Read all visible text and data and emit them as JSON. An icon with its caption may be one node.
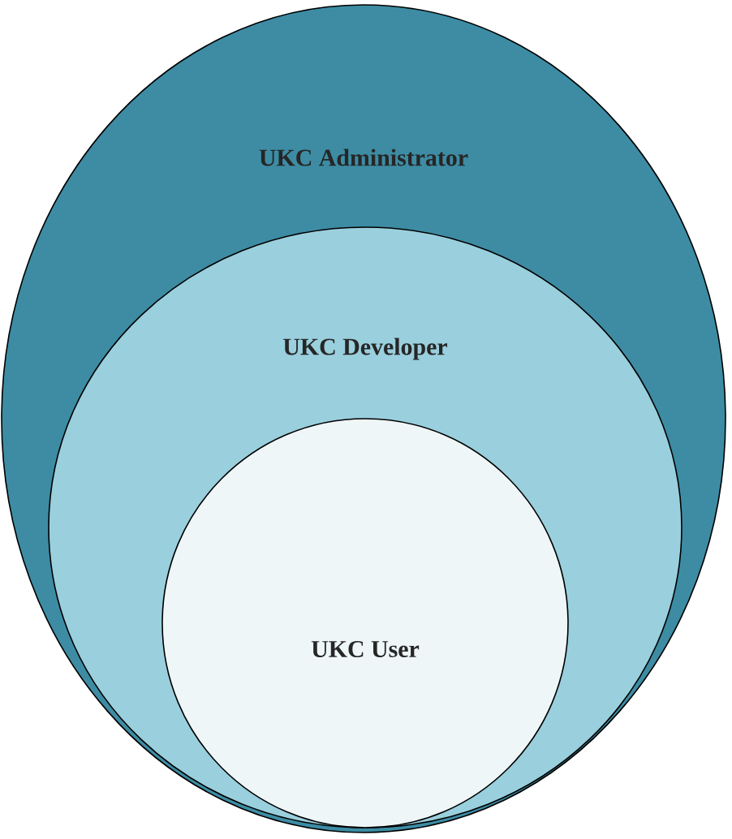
{
  "diagram": {
    "nodes": [
      {
        "text": [
          "UKC Administrator"
        ]
      },
      {
        "text": [
          "UKC Developer"
        ],
        "in": 0
      },
      {
        "text": [
          "UKC User"
        ],
        "in": 1
      }
    ]
  }
}
